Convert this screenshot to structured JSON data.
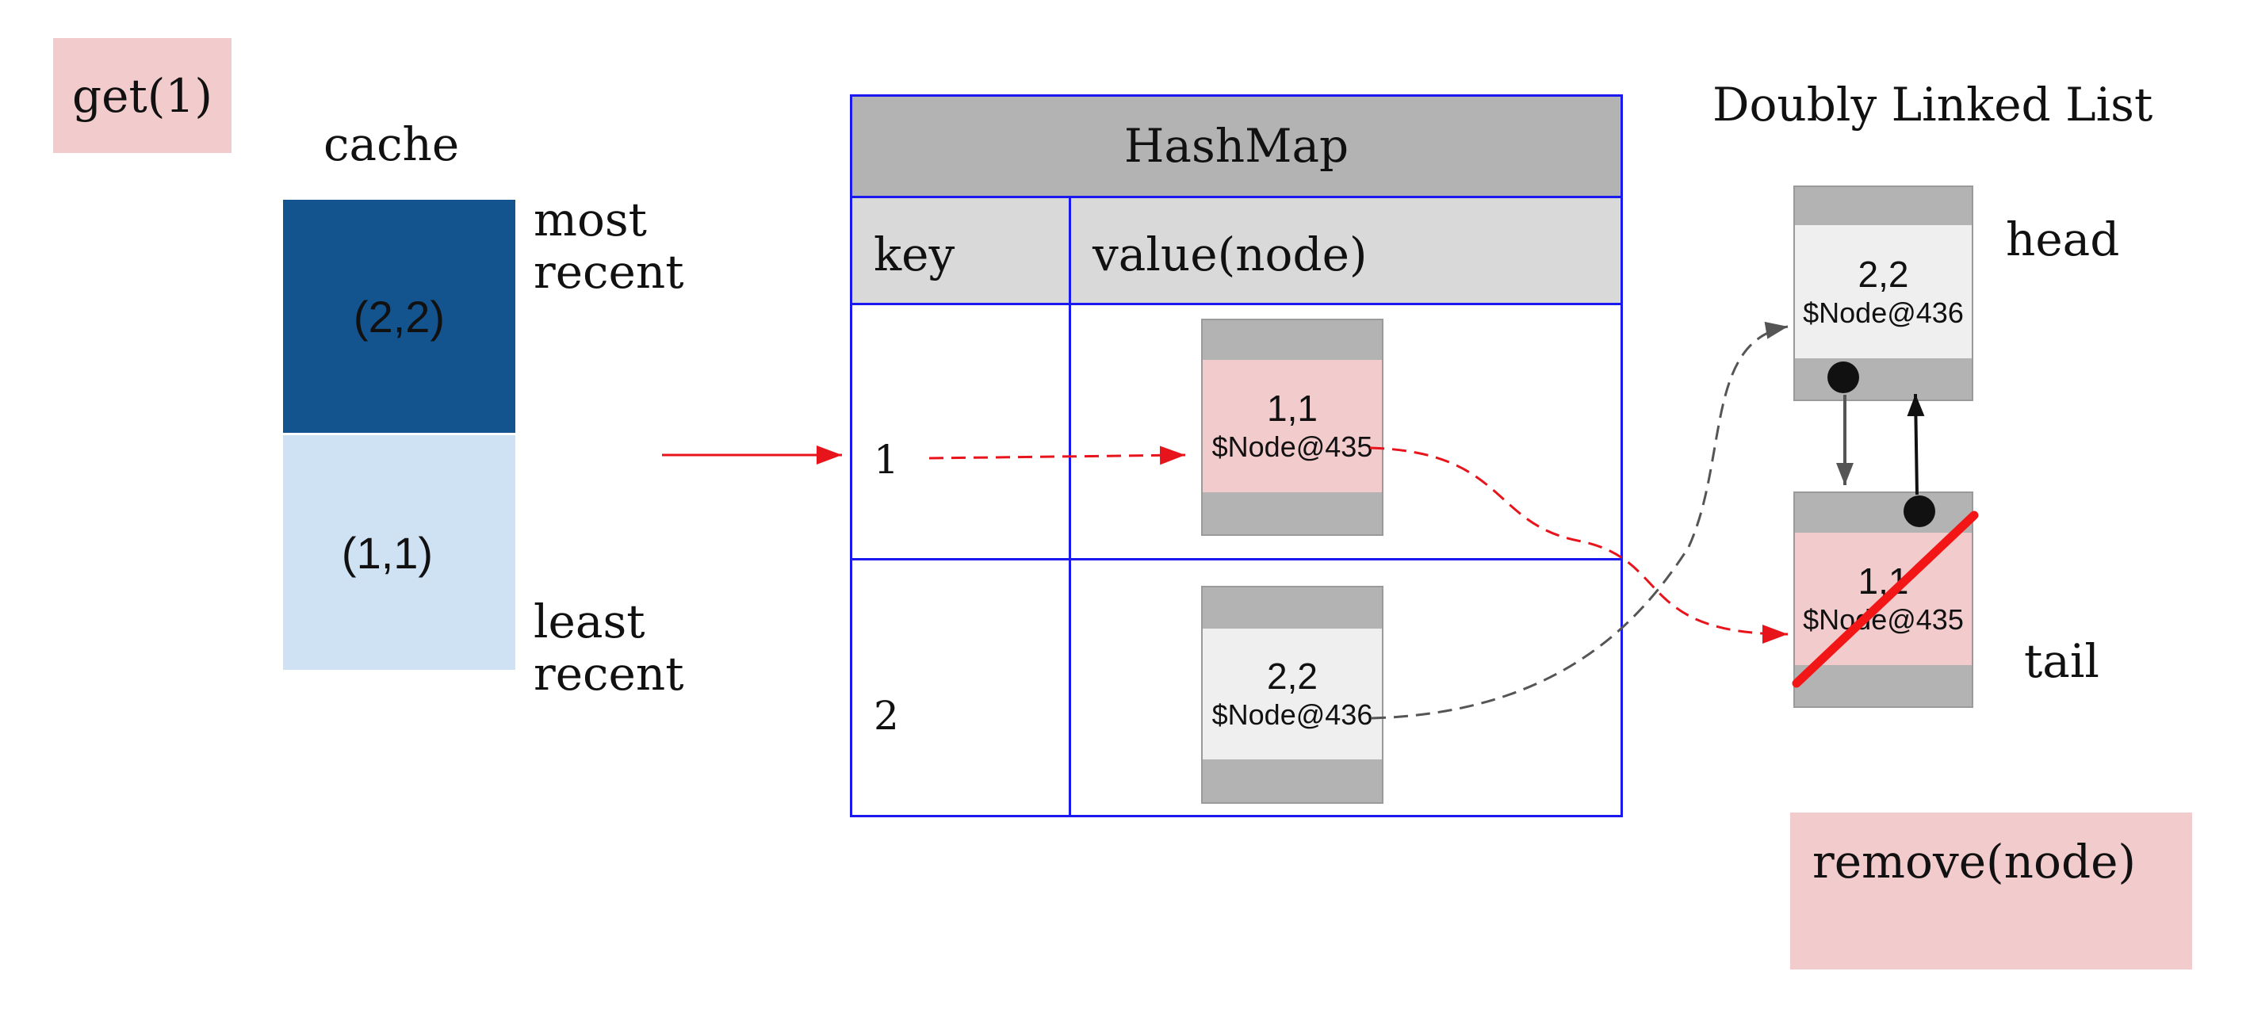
{
  "operations": {
    "get_label": "get(1)",
    "remove_label": "remove(node)"
  },
  "cache": {
    "title": "cache",
    "cells": [
      "(2,2)",
      "(1,1)"
    ],
    "most_recent_label": "most\nrecent",
    "least_recent_label": "least\nrecent",
    "colors": {
      "most_recent": "#13548f",
      "least_recent": "#cfe2f3"
    }
  },
  "hashmap": {
    "title": "HashMap",
    "columns": [
      "key",
      "value(node)"
    ],
    "rows": [
      {
        "key": "1",
        "node": {
          "value": "1,1",
          "address": "$Node@435"
        }
      },
      {
        "key": "2",
        "node": {
          "value": "2,2",
          "address": "$Node@436"
        }
      }
    ],
    "border_color": "#1a1aee"
  },
  "linked_list": {
    "title": "Doubly Linked List",
    "head_label": "head",
    "tail_label": "tail",
    "head_node": {
      "value": "2,2",
      "address": "$Node@436"
    },
    "tail_node": {
      "value": "1,1",
      "address": "$Node@435"
    }
  },
  "colors": {
    "highlight_pink": "#f2cbcc",
    "node_gray": "#efefef",
    "arrow_red": "#e8141c",
    "arrow_gray": "#555555",
    "strike_red": "#f21616"
  }
}
